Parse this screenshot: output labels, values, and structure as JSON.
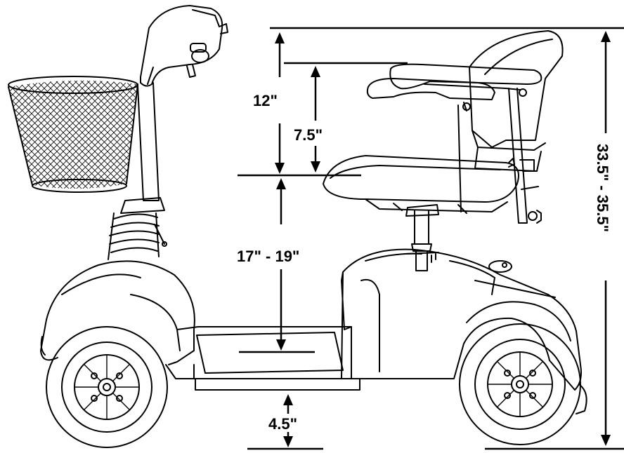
{
  "dimensions": {
    "seat_to_armrest": "12\"",
    "armrest_height": "7.5\"",
    "seat_height": "17\" - 19\"",
    "overall_height": "33.5\" - 35.5\"",
    "ground_clearance": "4.5\""
  },
  "colors": {
    "line": "#000000",
    "background": "#ffffff"
  }
}
